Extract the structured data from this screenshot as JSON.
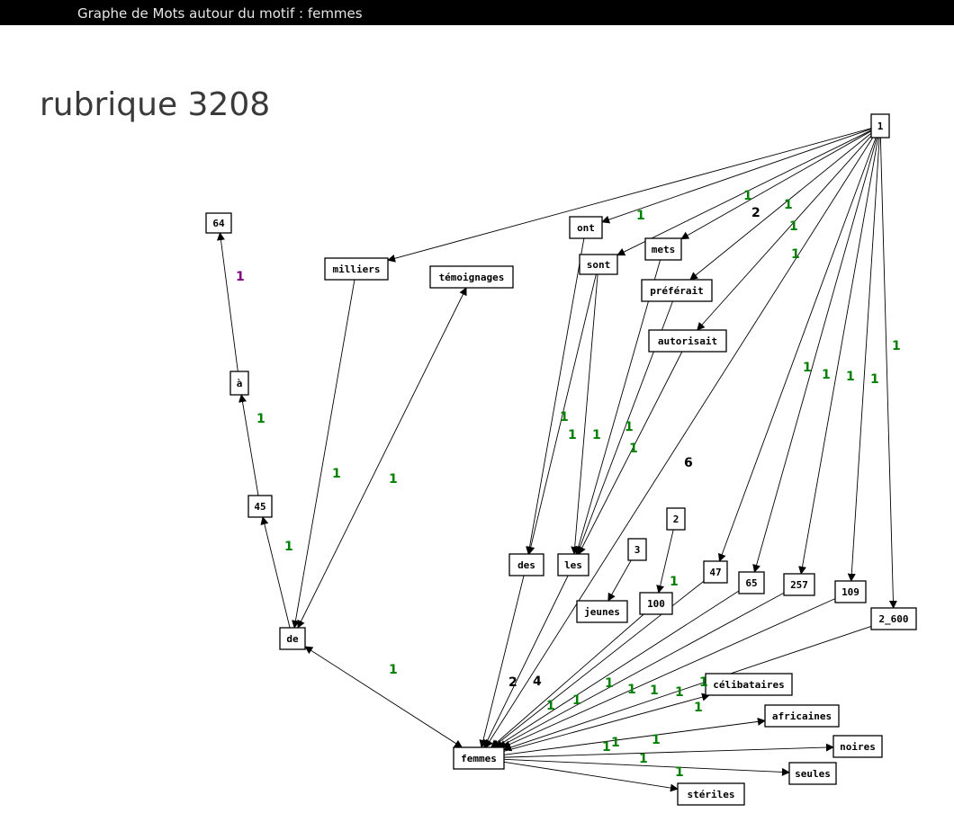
{
  "window": {
    "title": "Graphe de Mots autour du motif : femmes"
  },
  "heading": "rubrique 3208",
  "colors": {
    "background": "#ffffff",
    "titlebar": "#000000",
    "label_green": "#008000",
    "label_purple": "#800080",
    "label_black": "#000000"
  },
  "graph": {
    "nodes": [
      {
        "id": "n1",
        "label": "1"
      },
      {
        "id": "n64",
        "label": "64"
      },
      {
        "id": "milliers",
        "label": "milliers"
      },
      {
        "id": "temoignages",
        "label": "témoignages"
      },
      {
        "id": "ont",
        "label": "ont"
      },
      {
        "id": "sont",
        "label": "sont"
      },
      {
        "id": "mets",
        "label": "mets"
      },
      {
        "id": "preferait",
        "label": "préférait"
      },
      {
        "id": "autorisait",
        "label": "autorisait"
      },
      {
        "id": "a",
        "label": "à"
      },
      {
        "id": "n45",
        "label": "45"
      },
      {
        "id": "de",
        "label": "de"
      },
      {
        "id": "des",
        "label": "des"
      },
      {
        "id": "les",
        "label": "les"
      },
      {
        "id": "n3",
        "label": "3"
      },
      {
        "id": "n2",
        "label": "2"
      },
      {
        "id": "jeunes",
        "label": "jeunes"
      },
      {
        "id": "n100",
        "label": "100"
      },
      {
        "id": "n47",
        "label": "47"
      },
      {
        "id": "n65",
        "label": "65"
      },
      {
        "id": "n257",
        "label": "257"
      },
      {
        "id": "n109",
        "label": "109"
      },
      {
        "id": "n2600",
        "label": "2_600"
      },
      {
        "id": "celibataires",
        "label": "célibataires"
      },
      {
        "id": "africaines",
        "label": "africaines"
      },
      {
        "id": "noires",
        "label": "noires"
      },
      {
        "id": "seules",
        "label": "seules"
      },
      {
        "id": "steriles",
        "label": "stériles"
      },
      {
        "id": "femmes",
        "label": "femmes"
      }
    ],
    "edges": [
      {
        "from": "n1",
        "to": "milliers"
      },
      {
        "from": "n1",
        "to": "ont"
      },
      {
        "from": "n1",
        "to": "mets"
      },
      {
        "from": "n1",
        "to": "sont"
      },
      {
        "from": "n1",
        "to": "preferait"
      },
      {
        "from": "n1",
        "to": "autorisait"
      },
      {
        "from": "n1",
        "to": "femmes"
      },
      {
        "from": "n1",
        "to": "n47"
      },
      {
        "from": "n1",
        "to": "n65"
      },
      {
        "from": "n1",
        "to": "n257"
      },
      {
        "from": "n1",
        "to": "n109"
      },
      {
        "from": "n1",
        "to": "n2600"
      },
      {
        "from": "ont",
        "to": "des"
      },
      {
        "from": "sont",
        "to": "des"
      },
      {
        "from": "sont",
        "to": "les"
      },
      {
        "from": "mets",
        "to": "les"
      },
      {
        "from": "preferait",
        "to": "les"
      },
      {
        "from": "autorisait",
        "to": "les"
      },
      {
        "from": "n2",
        "to": "n100"
      },
      {
        "from": "n3",
        "to": "jeunes"
      },
      {
        "from": "milliers",
        "to": "de"
      },
      {
        "from": "temoignages",
        "to": "de",
        "both": true
      },
      {
        "from": "de",
        "to": "femmes",
        "both": true
      },
      {
        "from": "de",
        "to": "n45"
      },
      {
        "from": "n45",
        "to": "a"
      },
      {
        "from": "a",
        "to": "n64"
      },
      {
        "from": "des",
        "to": "femmes"
      },
      {
        "from": "les",
        "to": "femmes"
      },
      {
        "from": "n100",
        "to": "femmes"
      },
      {
        "from": "n47",
        "to": "femmes"
      },
      {
        "from": "n65",
        "to": "femmes"
      },
      {
        "from": "n257",
        "to": "femmes"
      },
      {
        "from": "n109",
        "to": "femmes"
      },
      {
        "from": "n2600",
        "to": "femmes"
      },
      {
        "from": "femmes",
        "to": "celibataires"
      },
      {
        "from": "femmes",
        "to": "africaines"
      },
      {
        "from": "femmes",
        "to": "noires"
      },
      {
        "from": "femmes",
        "to": "seules"
      },
      {
        "from": "femmes",
        "to": "steriles"
      }
    ],
    "weight_labels": [
      {
        "text": "1",
        "color": "green"
      },
      {
        "text": "2",
        "color": "black"
      },
      {
        "text": "1",
        "color": "green"
      },
      {
        "text": "1",
        "color": "green"
      },
      {
        "text": "1",
        "color": "green"
      },
      {
        "text": "1",
        "color": "green"
      },
      {
        "text": "1",
        "color": "green"
      },
      {
        "text": "1",
        "color": "green"
      },
      {
        "text": "1",
        "color": "green"
      },
      {
        "text": "1",
        "color": "green"
      },
      {
        "text": "1",
        "color": "green"
      },
      {
        "text": "1",
        "color": "green"
      },
      {
        "text": "1",
        "color": "green"
      },
      {
        "text": "1",
        "color": "green"
      },
      {
        "text": "1",
        "color": "green"
      },
      {
        "text": "1",
        "color": "green"
      },
      {
        "text": "6",
        "color": "black"
      },
      {
        "text": "1",
        "color": "purple"
      },
      {
        "text": "1",
        "color": "green"
      },
      {
        "text": "1",
        "color": "green"
      },
      {
        "text": "1",
        "color": "green"
      },
      {
        "text": "1",
        "color": "green"
      },
      {
        "text": "1",
        "color": "green"
      },
      {
        "text": "1",
        "color": "green"
      },
      {
        "text": "2",
        "color": "black"
      },
      {
        "text": "4",
        "color": "black"
      },
      {
        "text": "1",
        "color": "green"
      },
      {
        "text": "1",
        "color": "green"
      },
      {
        "text": "1",
        "color": "green"
      },
      {
        "text": "1",
        "color": "green"
      },
      {
        "text": "1",
        "color": "green"
      },
      {
        "text": "1",
        "color": "green"
      },
      {
        "text": "1",
        "color": "green"
      },
      {
        "text": "1",
        "color": "green"
      },
      {
        "text": "1",
        "color": "green"
      },
      {
        "text": "1",
        "color": "green"
      },
      {
        "text": "1",
        "color": "green"
      },
      {
        "text": "1",
        "color": "green"
      },
      {
        "text": "1",
        "color": "green"
      }
    ]
  }
}
